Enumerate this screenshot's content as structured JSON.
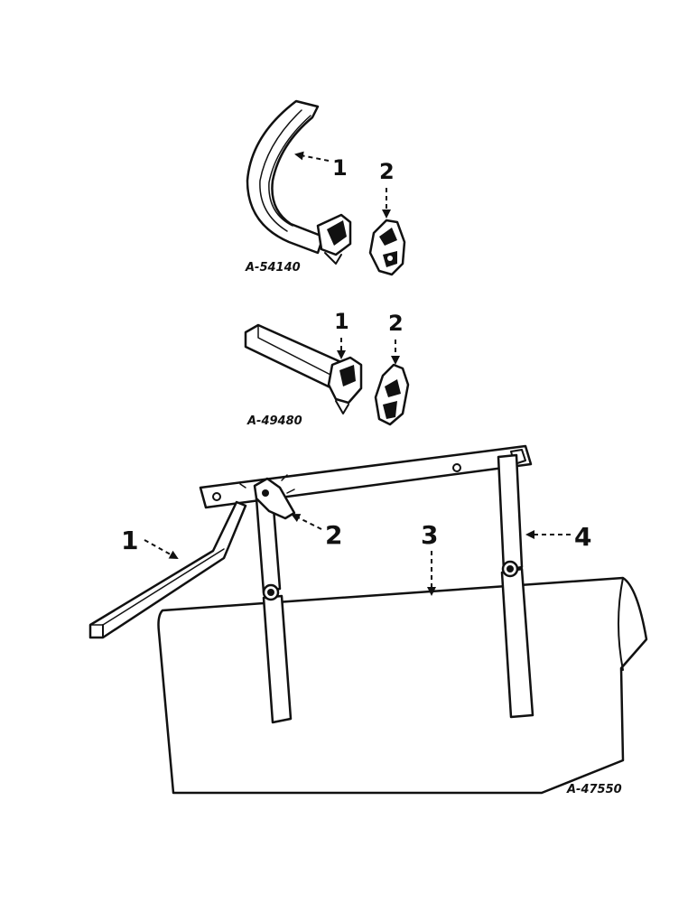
{
  "figures": [
    {
      "id": "A-54140",
      "callouts": [
        "1",
        "2"
      ]
    },
    {
      "id": "A-49480",
      "callouts": [
        "1",
        "2"
      ]
    },
    {
      "id": "A-47550",
      "callouts": [
        "1",
        "2",
        "3",
        "4"
      ]
    }
  ],
  "colors": {
    "ink": "#111111",
    "paper": "#ffffff"
  }
}
